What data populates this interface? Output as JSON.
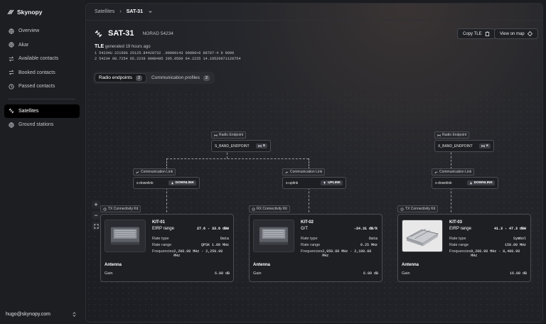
{
  "app": {
    "name": "Skynopy",
    "user_email": "hugo@skynopy.com"
  },
  "sidebar": {
    "items": [
      {
        "label": "Overview",
        "icon": "globe-icon"
      },
      {
        "label": "Akar",
        "icon": "globe-icon"
      },
      {
        "label": "Available contacts",
        "icon": "arrows-icon"
      },
      {
        "label": "Booked contacts",
        "icon": "arrows-icon"
      },
      {
        "label": "Passed contacts",
        "icon": "history-icon"
      }
    ],
    "items2": [
      {
        "label": "Satellites",
        "icon": "satellite-icon",
        "active": true
      },
      {
        "label": "Ground stations",
        "icon": "globe-icon"
      }
    ]
  },
  "breadcrumb": {
    "parent": "Satellites",
    "current": "SAT-31"
  },
  "header": {
    "title": "SAT-31",
    "norad": "NORAD 54234",
    "copy_tle": "Copy TLE",
    "view_map": "View on map"
  },
  "tle": {
    "label": "TLE",
    "generated": "generated 19 hours ago",
    "line1": "1 54234U 22150G  25125.84428732  .00000143  00000+0  88787-4 0  9990",
    "line2": "2 54234  98.7254  65.2239 0000495 295.0560  64.2225 14.19520971128754"
  },
  "tabs": [
    {
      "label": "Radio endpoints",
      "count": "2",
      "active": true
    },
    {
      "label": "Communication profiles",
      "count": "2",
      "active": false
    }
  ],
  "diagram": {
    "radio_endpoints": [
      {
        "tag": "Radio Endpoint",
        "name": "S_BAND_ENDPOINT",
        "band": "S"
      },
      {
        "tag": "Radio Endpoint",
        "name": "X_BAND_ENDPOINT",
        "band": "X"
      }
    ],
    "links": [
      {
        "tag": "Communication Link",
        "name": "s-downlink",
        "dir": "DOWNLINK"
      },
      {
        "tag": "Communication Link",
        "name": "s-uplink",
        "dir": "UPLINK"
      },
      {
        "tag": "Communication Link",
        "name": "x-downlink",
        "dir": "DOWNLINK"
      }
    ],
    "kits": [
      {
        "tag": "TX Connectivity Kit",
        "name": "KIT-01",
        "primary_label": "EIRP range",
        "primary_value": "27.6 - 33.6 dBW",
        "rate_type": "Data",
        "rate_range": "QPSK 1.00 MHz",
        "frequencies": "2,200.00 MHz - 2,250.00 MHz",
        "antenna": "Antenna",
        "gain_label": "Gain",
        "gain": "6.00 dB"
      },
      {
        "tag": "RX Connectivity Kit",
        "name": "KIT-02",
        "primary_label": "G/T",
        "primary_value": "-24.31 dB/K",
        "rate_type": "Data",
        "rate_range": "0.25 MHz",
        "frequencies": "2,050.00 MHz - 2,100.00 MHz",
        "antenna": "Antenna",
        "gain_label": "Gain",
        "gain": "6.00 dB"
      },
      {
        "tag": "TX Connectivity Kit",
        "name": "KIT-03",
        "primary_label": "EIRP range",
        "primary_value": "41.3 - 47.3 dBW",
        "rate_type": "Symbol",
        "rate_range": "150.00 MHz",
        "frequencies": "8,200.00 MHz - 8,400.00 MHz",
        "antenna": "Antenna",
        "gain_label": "Gain",
        "gain": "16.00 dB"
      }
    ],
    "row_labels": {
      "rate_type": "Rate type",
      "rate_range": "Rate range",
      "frequencies": "Frequencies"
    }
  },
  "zoom": {
    "in": "+",
    "out": "−"
  }
}
